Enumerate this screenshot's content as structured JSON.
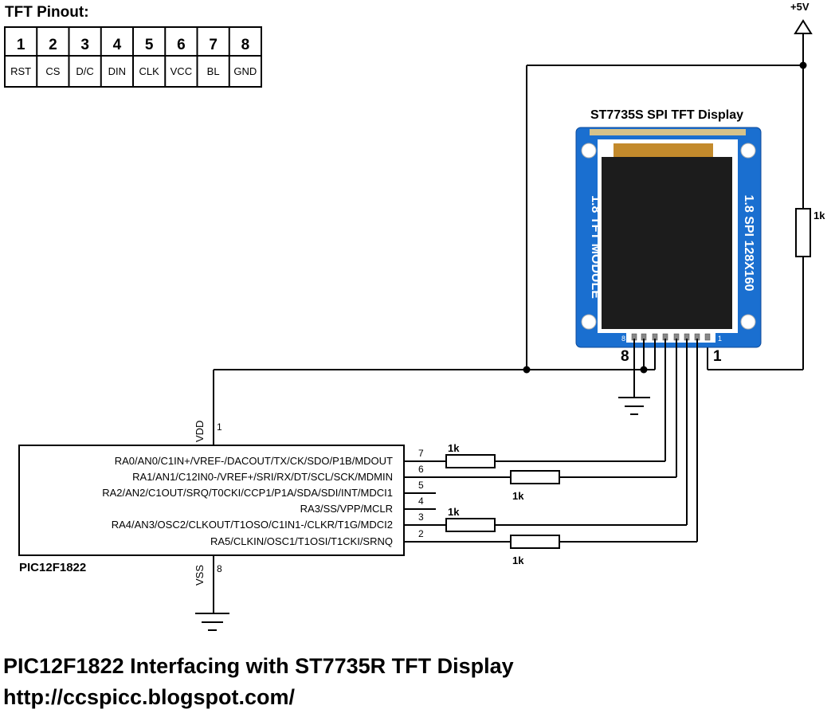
{
  "pinout": {
    "title": "TFT Pinout:",
    "numbers": [
      "1",
      "2",
      "3",
      "4",
      "5",
      "6",
      "7",
      "8"
    ],
    "names": [
      "RST",
      "CS",
      "D/C",
      "DIN",
      "CLK",
      "VCC",
      "BL",
      "GND"
    ]
  },
  "supply": {
    "label": "+5V"
  },
  "display": {
    "title": "ST7735S SPI TFT Display",
    "left_text": "1.8 TFT MODULE",
    "right_text": "1.8 SPI 128X160",
    "pin_first": "1",
    "pin_last": "8",
    "silk_first": "1",
    "silk_last": "8",
    "board_color": "#1a6fd0",
    "screen_color": "#1c1c1c"
  },
  "backlight_resistor": {
    "label": "1k"
  },
  "mcu": {
    "name": "PIC12F1822",
    "vdd_label": "VDD",
    "vdd_pin": "1",
    "vss_label": "VSS",
    "vss_pin": "8",
    "pins": [
      {
        "name": "RA0/AN0/C1IN+/VREF-/DACOUT/TX/CK/SDO/P1B/MDOUT",
        "number": "7"
      },
      {
        "name": "RA1/AN1/C12IN0-/VREF+/SRI/RX/DT/SCL/SCK/MDMIN",
        "number": "6"
      },
      {
        "name": "RA2/AN2/C1OUT/SRQ/T0CKI/CCP1/P1A/SDA/SDI/INT/MDCI1",
        "number": "5"
      },
      {
        "name": "RA3/SS/VPP/MCLR",
        "number": "4"
      },
      {
        "name": "RA4/AN3/OSC2/CLKOUT/T1OSO/C1IN1-/CLKR/T1G/MDCI2",
        "number": "3"
      },
      {
        "name": "RA5/CLKIN/OSC1/T1OSI/T1CKI/SRNQ",
        "number": "2"
      }
    ]
  },
  "resistors": [
    "1k",
    "1k",
    "1k",
    "1k"
  ],
  "footer": {
    "title": "PIC12F1822 Interfacing with ST7735R TFT Display",
    "url": "http://ccspicc.blogspot.com/"
  }
}
